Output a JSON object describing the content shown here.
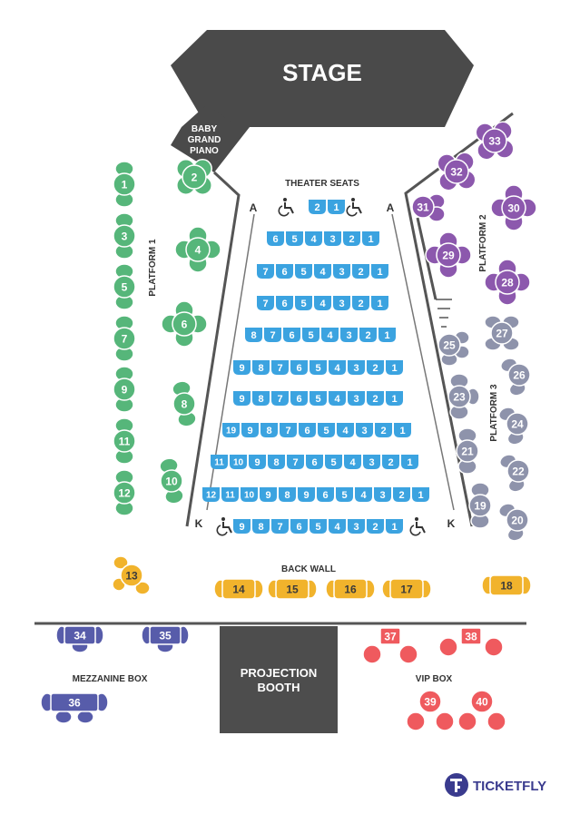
{
  "stage": {
    "label": "STAGE"
  },
  "piano": {
    "lines": [
      "BABY",
      "GRAND",
      "PIANO"
    ]
  },
  "labels": {
    "theater_seats": "THEATER SEATS",
    "row_first": "A",
    "row_last": "K",
    "platform_1": "PLATFORM 1",
    "platform_2": "PLATFORM 2",
    "platform_3": "PLATFORM 3",
    "back_wall": "BACK WALL",
    "mezzanine_box": "MEZZANINE BOX",
    "vip_box": "VIP BOX",
    "projection_booth": [
      "PROJECTION",
      "BOOTH"
    ]
  },
  "colors": {
    "stage": "#4a4a4a",
    "theater": "#3ba3e0",
    "platform_1": "#56b67a",
    "platform_2": "#8c58ad",
    "platform_3": "#8e93ab",
    "back_wall": "#f1b32c",
    "mezzanine": "#575caa",
    "vip": "#ef5a5e",
    "booth": "#4d4d4d",
    "brand": "#3a3b8e"
  },
  "theater_rows": [
    [
      "2",
      "1"
    ],
    [
      "6",
      "5",
      "4",
      "3",
      "2",
      "1"
    ],
    [
      "7",
      "6",
      "5",
      "4",
      "3",
      "2",
      "1"
    ],
    [
      "7",
      "6",
      "5",
      "4",
      "3",
      "2",
      "1"
    ],
    [
      "8",
      "7",
      "6",
      "5",
      "4",
      "3",
      "2",
      "1"
    ],
    [
      "9",
      "8",
      "7",
      "6",
      "5",
      "4",
      "3",
      "2",
      "1"
    ],
    [
      "9",
      "8",
      "7",
      "6",
      "5",
      "4",
      "3",
      "2",
      "1"
    ],
    [
      "19",
      "9",
      "8",
      "7",
      "6",
      "5",
      "4",
      "3",
      "2",
      "1"
    ],
    [
      "11",
      "10",
      "9",
      "8",
      "7",
      "6",
      "5",
      "4",
      "3",
      "2",
      "1"
    ],
    [
      "12",
      "11",
      "10",
      "9",
      "8",
      "9",
      "6",
      "5",
      "4",
      "3",
      "2",
      "1"
    ],
    [
      "9",
      "8",
      "7",
      "6",
      "5",
      "4",
      "3",
      "2",
      "1"
    ]
  ],
  "wheelchair_icons": [
    "wheelchair-icon",
    "wheelchair-icon",
    "wheelchair-icon",
    "wheelchair-icon"
  ],
  "platform_1_tables": [
    "1",
    "3",
    "5",
    "7",
    "9",
    "11",
    "12",
    "2",
    "4",
    "6",
    "8",
    "10"
  ],
  "platform_2_tables": [
    "33",
    "32",
    "31",
    "30",
    "29",
    "28"
  ],
  "platform_3_tables": [
    "27",
    "25",
    "26",
    "23",
    "24",
    "21",
    "22",
    "19",
    "20"
  ],
  "back_wall_tables": [
    "13",
    "14",
    "15",
    "16",
    "17",
    "18"
  ],
  "mezzanine_tables": [
    "34",
    "35",
    "36"
  ],
  "vip_tables": [
    "37",
    "38",
    "39",
    "40"
  ],
  "brand": {
    "name": "TICKETFLY",
    "logo_icon": "ticketfly-logo-icon"
  }
}
